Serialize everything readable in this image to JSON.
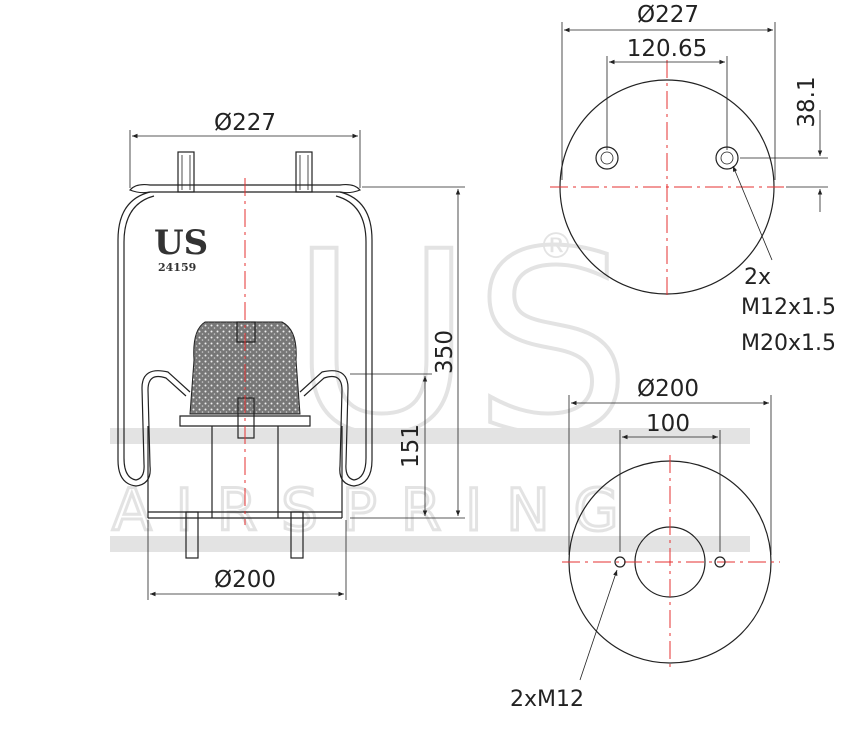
{
  "watermark": {
    "big": "US",
    "line": "AIRSPRING",
    "registered": "®"
  },
  "logo": {
    "brand": "US",
    "part_number": "24159"
  },
  "side_view": {
    "top_diameter": "Ø227",
    "bottom_diameter": "Ø200",
    "overall_height": "350",
    "piston_height": "151"
  },
  "top_view": {
    "outer_diameter": "Ø227",
    "stud_spacing": "120.65",
    "stud_offset": "38.1",
    "thread_count": "2x",
    "thread_1": "M12x1.5",
    "thread_2": "M20x1.5"
  },
  "bottom_view": {
    "outer_diameter": "Ø200",
    "hole_spacing": "100",
    "thread_note": "2xM12"
  },
  "colors": {
    "outline": "#222222",
    "center_line": "#e53030",
    "watermark": "#e3e3e3"
  }
}
